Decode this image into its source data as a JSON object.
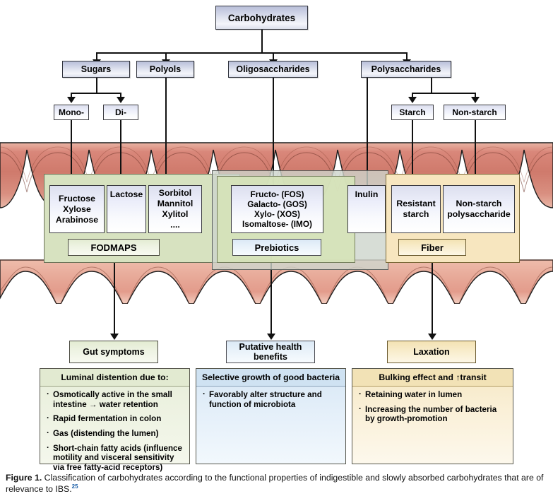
{
  "figure": {
    "label": "Figure 1.",
    "caption": "Classification of carbohydrates according to the functional properties of indigestible and slowly absorbed carbohydrates that are of relevance to IBS.",
    "reference": "25"
  },
  "tree": {
    "root": "Carbohydrates",
    "level1": [
      "Sugars",
      "Polyols",
      "Oligosaccharides",
      "Polysaccharides"
    ],
    "level2": [
      "Mono-",
      "Di-",
      "Starch",
      "Non-starch"
    ]
  },
  "compounds": {
    "fructose_group": "Fructose\nXylose\nArabinose",
    "lactose": "Lactose",
    "sorbitol_group": "Sorbitol\nMannitol\nXylitol\n....",
    "oligos_group": "Fructo- (FOS)\nGalacto- (GOS)\nXylo- (XOS)\nIsomaltose- (IMO)",
    "inulin": "Inulin",
    "resistant_starch": "Resistant\nstarch",
    "non_starch_polysaccharide": "Non-starch\npolysaccharide"
  },
  "groupings": {
    "fodmaps": "FODMAPS",
    "prebiotics": "Prebiotics",
    "fiber": "Fiber"
  },
  "outcomes": [
    {
      "title": "Gut symptoms",
      "header": "Luminal distention due to:",
      "bullets": [
        "Osmotically active in the small intestine → water retention",
        "Rapid fermentation in colon",
        "Gas (distending the lumen)",
        "Short-chain fatty acids (influence motility and visceral sensitivity via free fatty-acid receptors)"
      ]
    },
    {
      "title": "Putative health benefits",
      "header": "Selective growth of good bacteria",
      "bullets": [
        "Favorably alter structure and function of microbiota"
      ]
    },
    {
      "title": "Laxation",
      "header": "Bulking effect and ↑transit",
      "bullets": [
        "Retaining water in lumen",
        "Increasing the number of bacteria by growth-promotion"
      ]
    }
  ],
  "colors": {
    "fodmaps_panel": "#d7e2c0",
    "prebiotics_panel": "#cdd4cc",
    "fiber_panel": "#f7e6bf",
    "intestine": "#d98a77",
    "box_blue": "#c9cee3",
    "reference_link": "#1a5ea8"
  },
  "illustration": {
    "name": "intestinal-lumen-cross-section"
  }
}
